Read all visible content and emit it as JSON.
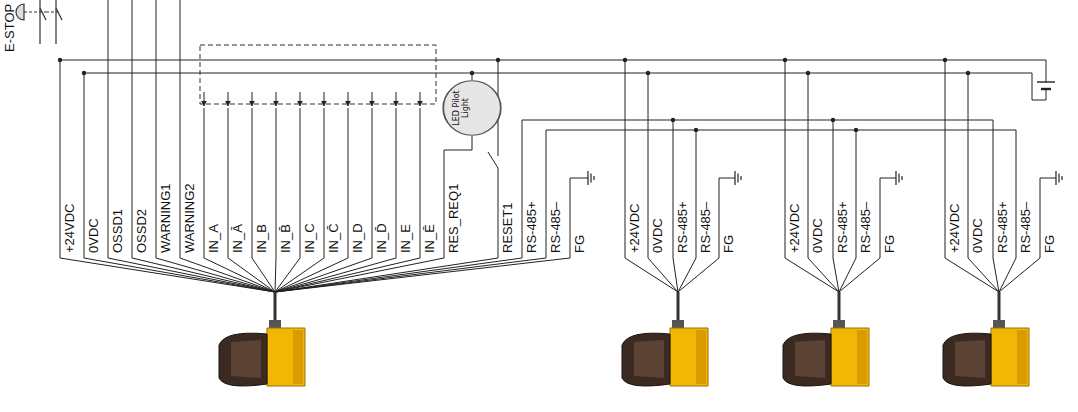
{
  "diagram": {
    "nodes": [
      {
        "text": [
          "LED Pilot Light"
        ]
      }
    ],
    "labels": [
      "E-STOP",
      "+24VDC",
      "0VDC",
      "OSSD1",
      "OSSD2",
      "WARNING1",
      "WARNING2",
      "IN_A",
      "IN_Ā",
      "IN_B",
      "IN_B̄",
      "IN_C",
      "IN_C̄",
      "IN_D",
      "IN_D̄",
      "IN_E",
      "IN_Ē",
      "RES_REQ1",
      "RESET1",
      "RS-485+",
      "RS-485–",
      "FG",
      "+24VDC",
      "0VDC",
      "RS-485+",
      "RS-485–",
      "FG",
      "+24VDC",
      "0VDC",
      "RS-485+",
      "RS-485–",
      "FG",
      "+24VDC",
      "0VDC",
      "RS-485+",
      "RS-485–",
      "FG"
    ]
  }
}
